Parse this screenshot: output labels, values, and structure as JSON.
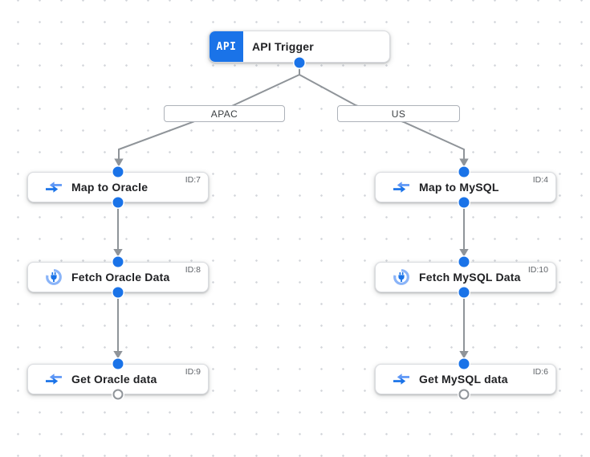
{
  "trigger": {
    "icon_label": "API",
    "title": "API Trigger"
  },
  "branches": [
    {
      "label": "APAC"
    },
    {
      "label": "US"
    }
  ],
  "nodes": [
    {
      "title": "Map to Oracle",
      "id_label": "ID:7",
      "icon": "data-mapping-icon"
    },
    {
      "title": "Fetch Oracle Data",
      "id_label": "ID:8",
      "icon": "connector-plug-icon"
    },
    {
      "title": "Get Oracle data",
      "id_label": "ID:9",
      "icon": "data-mapping-icon"
    },
    {
      "title": "Map to MySQL",
      "id_label": "ID:4",
      "icon": "data-mapping-icon"
    },
    {
      "title": "Fetch MySQL Data",
      "id_label": "ID:10",
      "icon": "connector-plug-icon"
    },
    {
      "title": "Get MySQL data",
      "id_label": "ID:6",
      "icon": "data-mapping-icon"
    }
  ],
  "colors": {
    "accent_blue": "#1a73e8",
    "icon_light_blue": "#5e97f6",
    "connector_ring_blue": "#8ab4f8",
    "edge_gray": "#8f9499",
    "node_border_gray": "#dadce0",
    "id_text_gray": "#5f6368",
    "title_text": "#202124",
    "grid_dot_gray": "#d3d6db"
  }
}
